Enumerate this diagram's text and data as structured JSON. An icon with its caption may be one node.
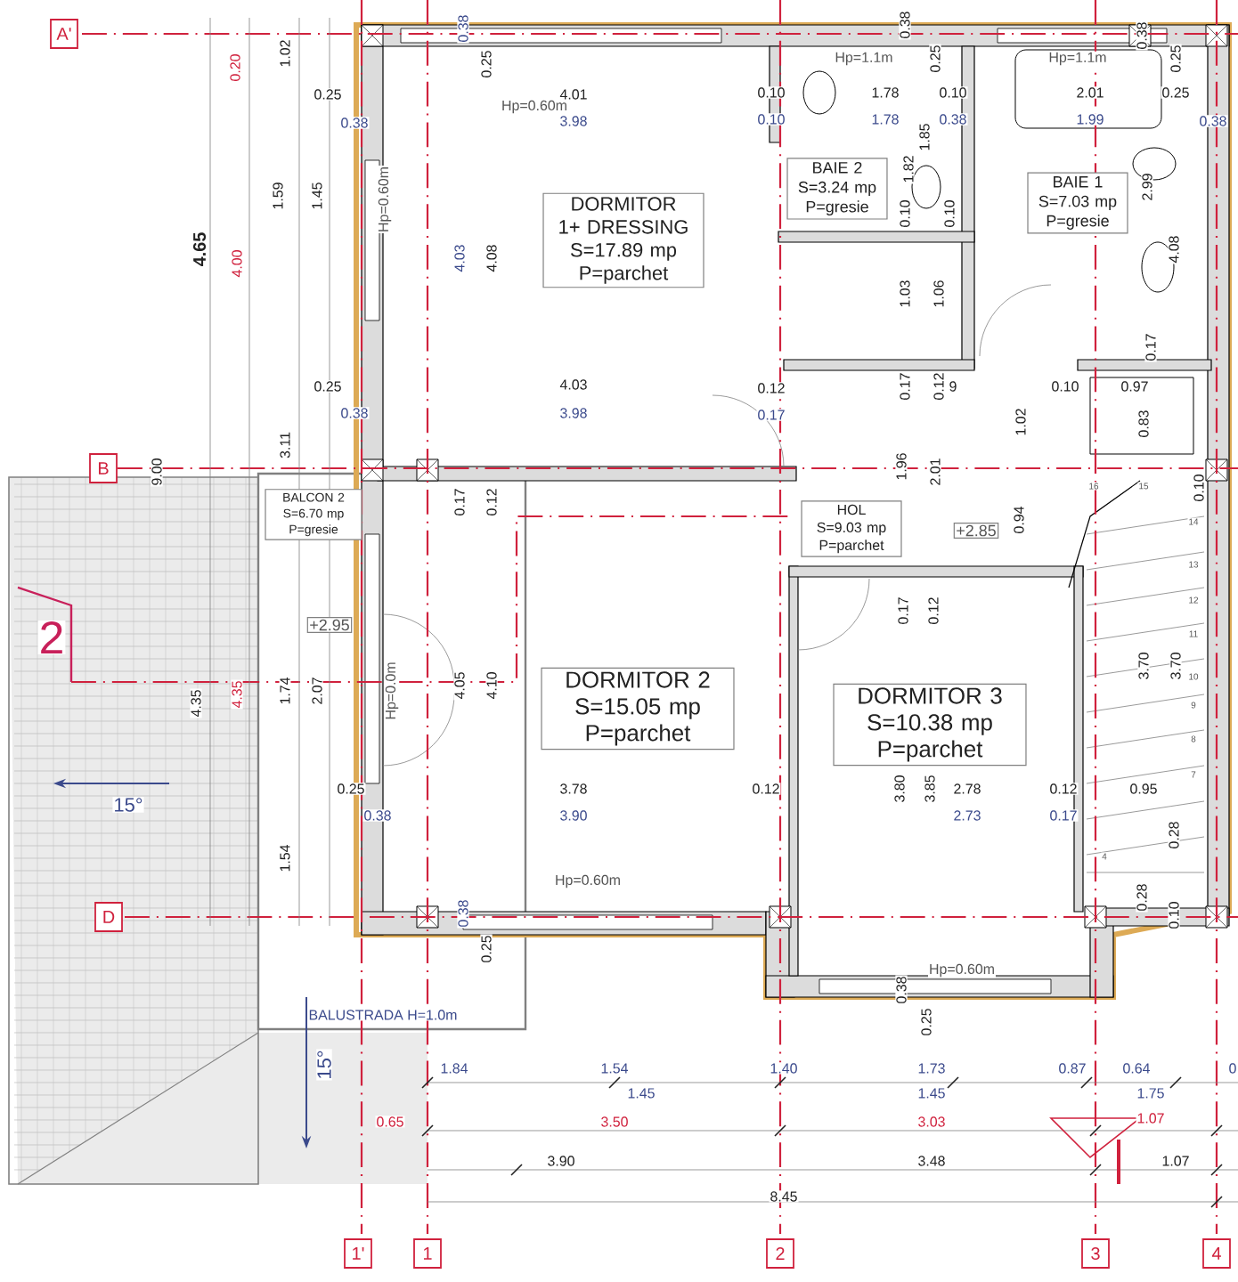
{
  "diagram": {
    "nodes": [
      {
        "text": [
          "DORMITOR 1+ DRESSING",
          "S=17.89 mp",
          "P=parchet"
        ]
      },
      {
        "text": [
          "BAIE 2",
          "S=3.24 mp",
          "P=gresie"
        ]
      },
      {
        "text": [
          "BAIE 1",
          "S=7.03 mp",
          "P=gresie"
        ]
      },
      {
        "text": [
          "BALCON 2",
          "S=6.70 mp",
          "P=gresie"
        ]
      },
      {
        "text": [
          "HOL",
          "S=9.03 mp",
          "P=parchet"
        ]
      },
      {
        "text": [
          "+2.85"
        ]
      },
      {
        "text": [
          "+2.95"
        ]
      },
      {
        "text": [
          "DORMITOR 2",
          "S=15.05 mp",
          "P=parchet"
        ]
      },
      {
        "text": [
          "DORMITOR 3",
          "S=10.38 mp",
          "P=parchet"
        ]
      },
      {
        "text": [
          "A'"
        ]
      },
      {
        "text": [
          "B"
        ]
      },
      {
        "text": [
          "D"
        ]
      },
      {
        "text": [
          "1'"
        ]
      },
      {
        "text": [
          "1"
        ]
      },
      {
        "text": [
          "2"
        ]
      },
      {
        "text": [
          "3"
        ]
      },
      {
        "text": [
          "4"
        ]
      }
    ],
    "labels": [
      "1.02",
      "0.20",
      "0.38",
      "0.25",
      "Hp=0.60m",
      "0.25",
      "4.01",
      "0.38",
      "3.98",
      "0.10",
      "0.10",
      "Hp=1.1m",
      "1.78",
      "1.78",
      "0.38",
      "0.25",
      "0.10",
      "0.38",
      "Hp=1.1m",
      "2.01",
      "1.99",
      "0.38",
      "0.25",
      "0.25",
      "0.38",
      "1.85",
      "1.82",
      "1.59",
      "1.45",
      "Hp=0.60m",
      "0.10",
      "0.10",
      "2.99",
      "4.65",
      "4.00",
      "4.03",
      "4.08",
      "4.08",
      "1.03",
      "1.06",
      "0.17",
      "0.25",
      "4.03",
      "0.12",
      "0.17",
      "0.12",
      "9",
      "0.10",
      "0.97",
      "0.38",
      "3.98",
      "0.17",
      "1.02",
      "0.83",
      "3.11",
      "9.00",
      "1.96",
      "2.01",
      "16",
      "15",
      "0.10",
      "0.17",
      "0.12",
      "0.94",
      "14",
      "13",
      "12",
      "0.17",
      "0.12",
      "11",
      "2",
      "3.70",
      "3.70",
      "4.35",
      "4.35",
      "1.74",
      "2.07",
      "Hp=0.0m",
      "4.05",
      "4.10",
      "10",
      "9",
      "8",
      "7",
      "15°",
      "0.25",
      "3.78",
      "0.12",
      "3.80",
      "3.85",
      "2.78",
      "0.12",
      "0.95",
      "0.38",
      "3.90",
      "2.73",
      "0.17",
      "0.28",
      "4",
      "1.54",
      "Hp=0.60m",
      "0.28",
      "0.38",
      "0.10",
      "0.25",
      "Hp=0.60m",
      "0.38",
      "0.25",
      "BALUSTRADA H=1.0m",
      "1.84",
      "1.54",
      "1.40",
      "1.73",
      "0.87",
      "0.64",
      "0",
      "15°",
      "1.45",
      "1.45",
      "1.75",
      "0.65",
      "3.50",
      "3.03",
      "1.07",
      "3.90",
      "3.48",
      "1.07",
      "8.45"
    ]
  }
}
